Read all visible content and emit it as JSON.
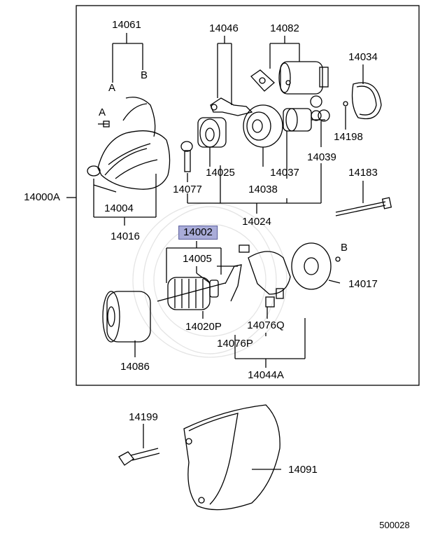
{
  "diagram": {
    "parts": {
      "p14061": "14061",
      "p14046": "14046",
      "p14082": "14082",
      "p14034": "14034",
      "p14198": "14198",
      "p14025": "14025",
      "p14037": "14037",
      "p14039": "14039",
      "p14077": "14077",
      "p14038": "14038",
      "p14183": "14183",
      "p14000A": "14000A",
      "p14004": "14004",
      "p14024": "14024",
      "p14016": "14016",
      "p14002": "14002",
      "p14005": "14005",
      "p14017": "14017",
      "p14020P": "14020P",
      "p14076Q": "14076Q",
      "p14076P": "14076P",
      "p14086": "14086",
      "p14044A": "14044A",
      "p14199": "14199",
      "p14091": "14091"
    },
    "refs": {
      "a_top": "A",
      "b_top": "B",
      "a_side": "A",
      "b_side": "B"
    },
    "highlight_color": "#a9acd9",
    "diagram_id": "500028"
  }
}
